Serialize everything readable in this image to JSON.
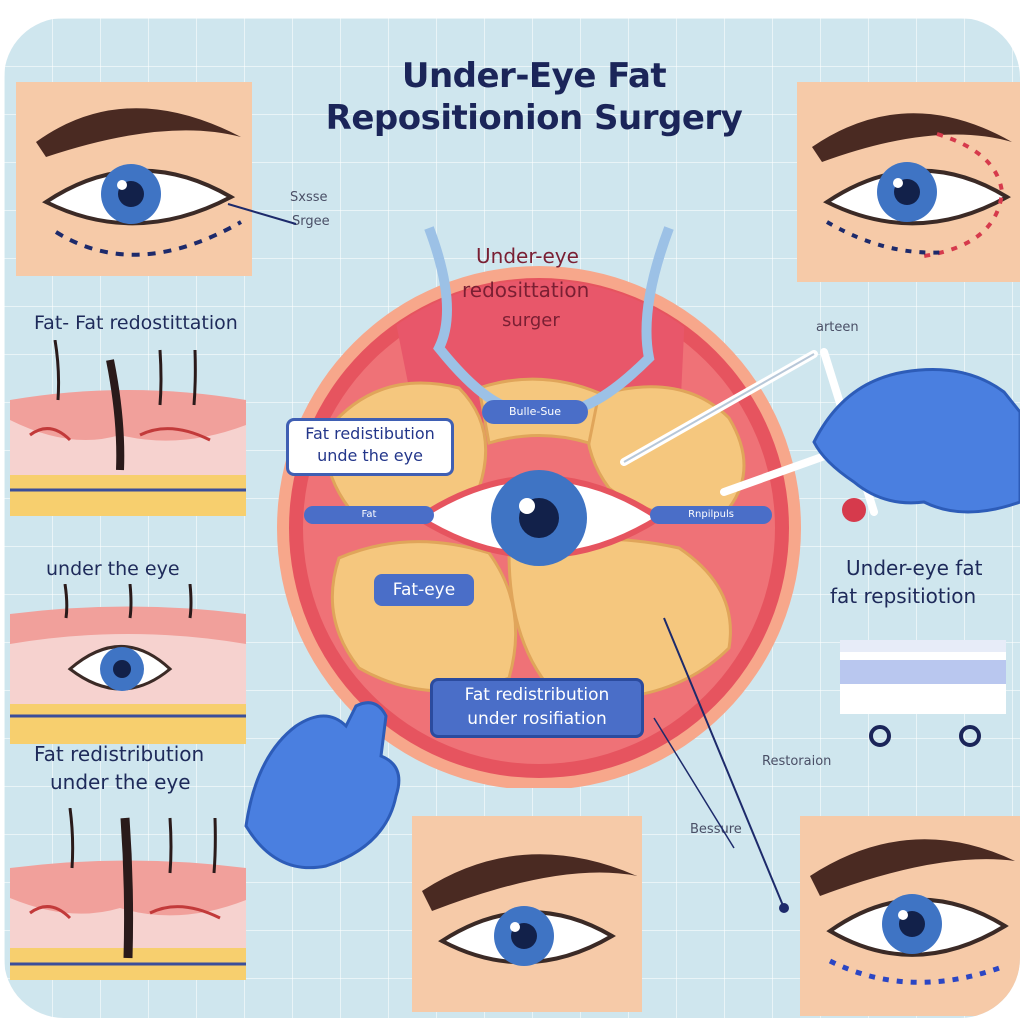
{
  "title": {
    "line1": "Under-Eye Fat",
    "line2": "Repositionion Surgery"
  },
  "labels": {
    "top_left_small_1": "Sxsse",
    "top_left_small_2": "Srgee",
    "left_fat": "Fat- Fat redostittation",
    "left_under_eye": "under the eye",
    "left_fat_redistribution_1": "Fat redistribution",
    "left_fat_redistribution_2": "under the eye",
    "center_heading_1": "Under-eye",
    "center_heading_2": "redosittation",
    "center_heading_3": "surger",
    "center_small_top": "Bulle-Sue",
    "pill_left_1": "Fat redistibution",
    "pill_left_2": "unde the eye",
    "pill_mid_left": "Fat",
    "pill_mid_right": "Rnpilpuls",
    "pill_fat_eye": "Fat-eye",
    "pill_bottom_1": "Fat redistribution",
    "pill_bottom_2": "under rosifiation",
    "right_small_top": "arteen",
    "right_under_eye_1": "Under-eye fat",
    "right_under_eye_2": "fat repsitiotion",
    "right_restoration": "Restoraion",
    "bottom_small": "Bessure"
  },
  "colors": {
    "navy": "#1b2559",
    "pill_border": "#3f5fb3",
    "skin": "#f4c9a8",
    "tissue": "#e9626a",
    "fat": "#f5c77e",
    "iris": "#3f74c4",
    "glove": "#4a7fe0"
  },
  "icons": [
    "eye-icon",
    "glove-icon",
    "tweezers-icon",
    "bandage-icon"
  ]
}
